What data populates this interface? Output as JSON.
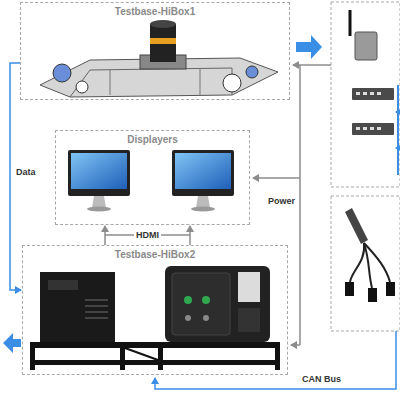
{
  "diagram": {
    "nodes": [
      {
        "text": [
          "Testbase-HiBox1"
        ]
      },
      {
        "text": [
          "Displayers"
        ]
      },
      {
        "text": [
          "Testbase-HiBox2"
        ]
      }
    ],
    "edges": [
      {
        "from": 0,
        "to": 2,
        "label": "Data",
        "arrow": "to"
      },
      {
        "from": 2,
        "to": 1,
        "label": "HDMI",
        "arrow": "to"
      }
    ],
    "labels": [
      "Power",
      "CAN Bus"
    ]
  }
}
